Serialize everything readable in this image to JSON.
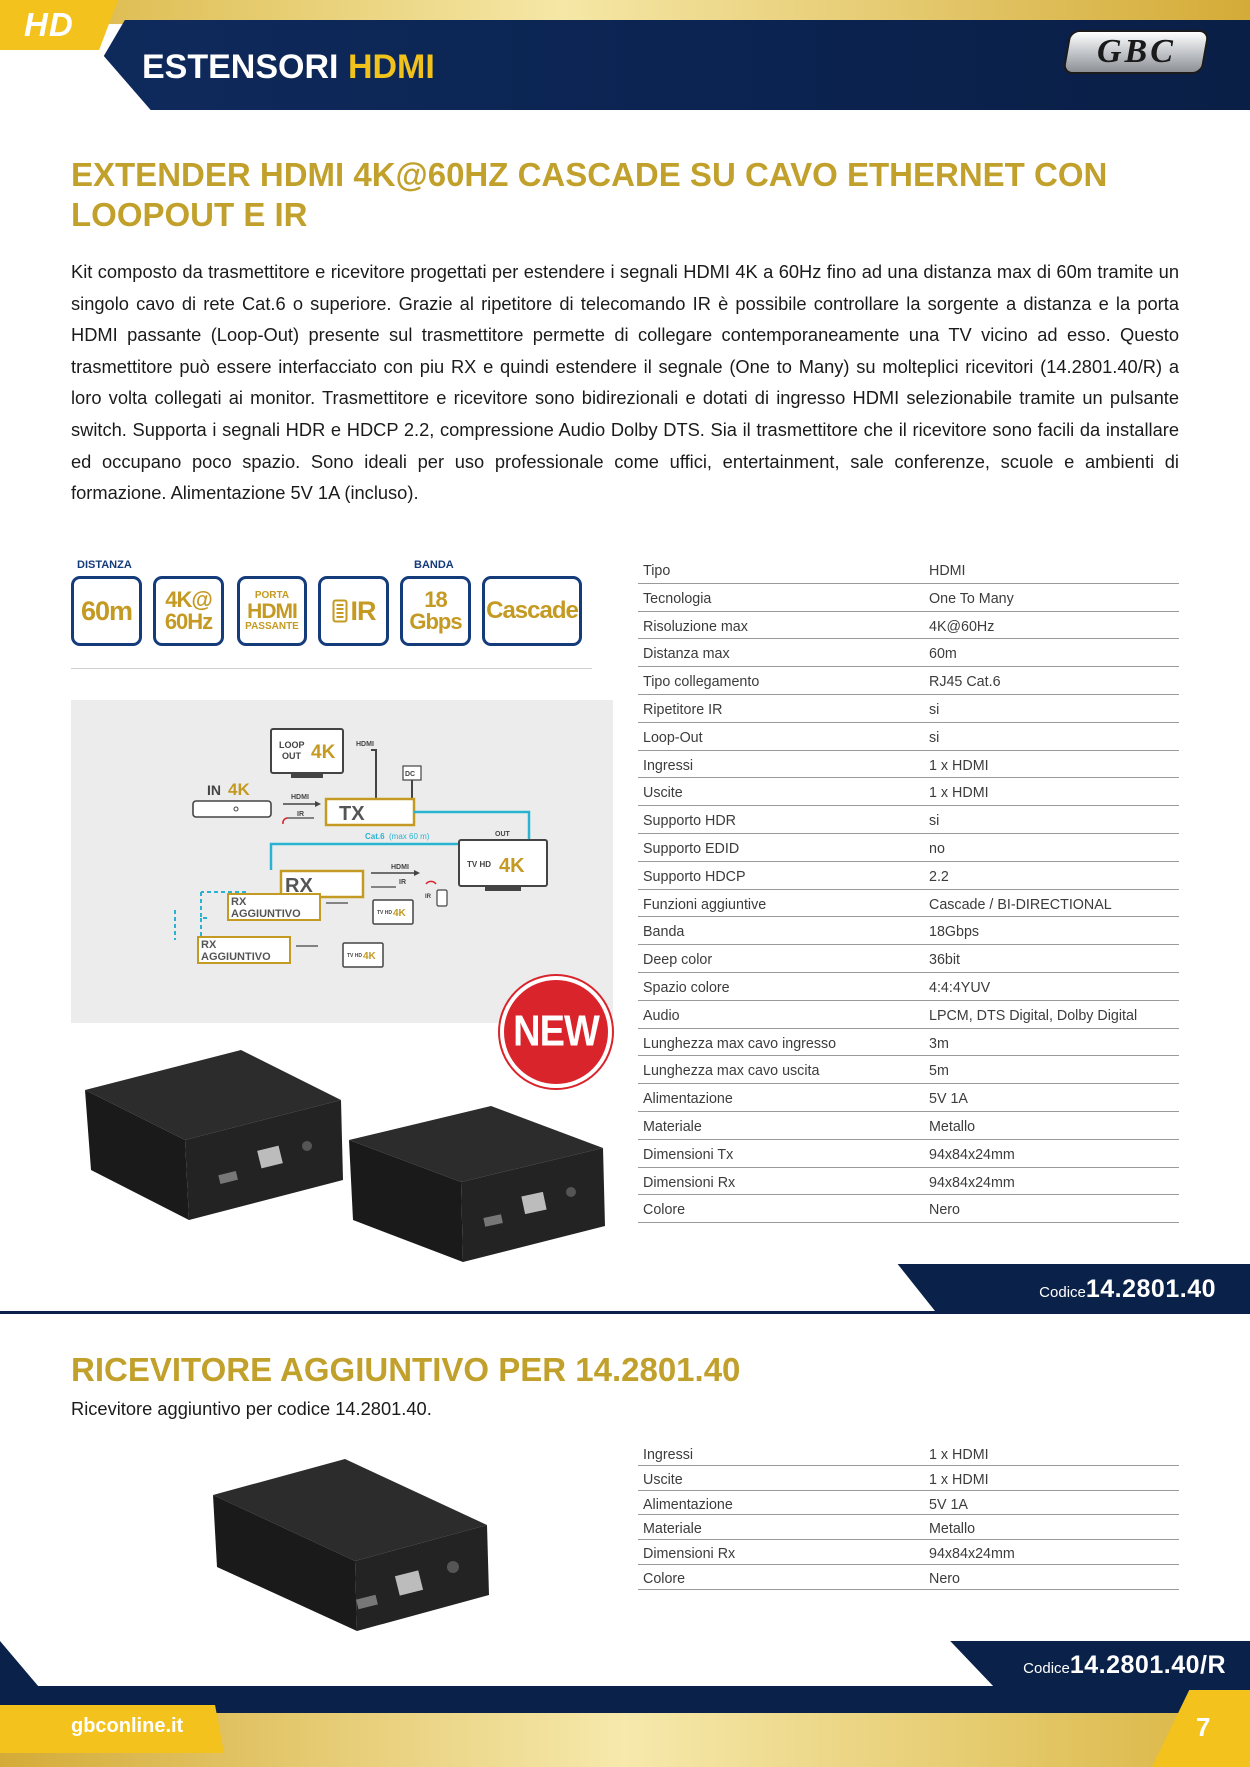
{
  "header": {
    "logo_text": "HD",
    "section_title_white": "ESTENSORI",
    "section_title_accent": "HDMI",
    "brand": "GBC"
  },
  "colors": {
    "navy": "#0a2149",
    "gold": "#c1a12c",
    "yellow": "#f3c21c",
    "badge_border": "#143b7a",
    "new_red": "#d9242c"
  },
  "product1": {
    "title": "EXTENDER HDMI 4K@60HZ CASCADE SU CAVO ETHERNET CON LOOPOUT E IR",
    "description": "Kit composto da trasmettitore e ricevitore progettati per estendere i segnali HDMI 4K a 60Hz fino ad una distanza max di 60m tramite un singolo cavo di rete Cat.6 o superiore. Grazie al ripetitore di telecomando IR è possibile controllare la sorgente a distanza e la porta HDMI passante (Loop-Out) presente sul trasmettitore permette di collegare contemporaneamente una TV vicino ad esso. Questo trasmettitore può essere interfacciato con piu RX e quindi estendere il segnale (One to Many) su molteplici ricevitori (14.2801.40/R) a loro volta collegati ai monitor. Trasmettitore e ricevitore sono bidirezionali e dotati di ingresso HDMI selezionabile tramite un pulsante switch. Supporta i segnali HDR e HDCP 2.2, compressione Audio Dolby DTS. Sia il trasmettitore che il ricevitore sono facili da installare ed occupano poco spazio. Sono ideali per uso professionale come uffici, entertainment, sale conferenze, scuole e ambienti di formazione. Alimentazione 5V 1A (incluso).",
    "badges": {
      "label_distance": "DISTANZA",
      "label_band": "BANDA",
      "distance": "60m",
      "resolution_top": "4K@",
      "resolution_bottom": "60Hz",
      "port_top": "PORTA",
      "port_mid": "HDMI",
      "port_bottom": "PASSANTE",
      "ir": "IR",
      "band_top": "18",
      "band_bottom": "Gbps",
      "cascade": "Cascade"
    },
    "diagram": {
      "loop": "LOOP",
      "out": "OUT",
      "k4": "4K",
      "in": "IN",
      "hdmi": "HDMI",
      "ir": "IR",
      "dc": "DC",
      "tx": "TX",
      "cat": "Cat.6",
      "cat_note": "(max 60 m)",
      "rx": "RX",
      "tv_hd": "TV HD",
      "out_label": "OUT",
      "rx_add_1": "RX",
      "rx_add_2": "AGGIUNTIVO"
    },
    "new_label": "NEW",
    "specs": [
      [
        "Tipo",
        "HDMI"
      ],
      [
        "Tecnologia",
        "One To Many"
      ],
      [
        "Risoluzione max",
        "4K@60Hz"
      ],
      [
        "Distanza max",
        "60m"
      ],
      [
        "Tipo collegamento",
        "RJ45 Cat.6"
      ],
      [
        "Ripetitore IR",
        "si"
      ],
      [
        "Loop-Out",
        "si"
      ],
      [
        "Ingressi",
        "1 x HDMI"
      ],
      [
        "Uscite",
        "1 x HDMI"
      ],
      [
        "Supporto HDR",
        "si"
      ],
      [
        "Supporto EDID",
        "no"
      ],
      [
        "Supporto HDCP",
        "2.2"
      ],
      [
        "Funzioni aggiuntive",
        "Cascade / BI-DIRECTIONAL"
      ],
      [
        "Banda",
        "18Gbps"
      ],
      [
        "Deep color",
        "36bit"
      ],
      [
        "Spazio colore",
        "4:4:4YUV"
      ],
      [
        "Audio",
        "LPCM, DTS Digital, Dolby Digital"
      ],
      [
        "Lunghezza max cavo ingresso",
        "3m"
      ],
      [
        "Lunghezza max cavo uscita",
        "5m"
      ],
      [
        "Alimentazione",
        "5V 1A"
      ],
      [
        "Materiale",
        "Metallo"
      ],
      [
        "Dimensioni Tx",
        "94x84x24mm"
      ],
      [
        "Dimensioni Rx",
        "94x84x24mm"
      ],
      [
        "Colore",
        "Nero"
      ]
    ],
    "code_label": "Codice",
    "code": "14.2801.40"
  },
  "product2": {
    "title": "RICEVITORE AGGIUNTIVO PER 14.2801.40",
    "description": "Ricevitore aggiuntivo per codice 14.2801.40.",
    "specs": [
      [
        "Ingressi",
        "1 x HDMI"
      ],
      [
        "Uscite",
        "1 x HDMI"
      ],
      [
        "Alimentazione",
        "5V 1A"
      ],
      [
        "Materiale",
        "Metallo"
      ],
      [
        "Dimensioni Rx",
        "94x84x24mm"
      ],
      [
        "Colore",
        "Nero"
      ]
    ],
    "code_label": "Codice",
    "code": "14.2801.40/R"
  },
  "footer": {
    "website": "gbconline.it",
    "page_number": "7"
  }
}
